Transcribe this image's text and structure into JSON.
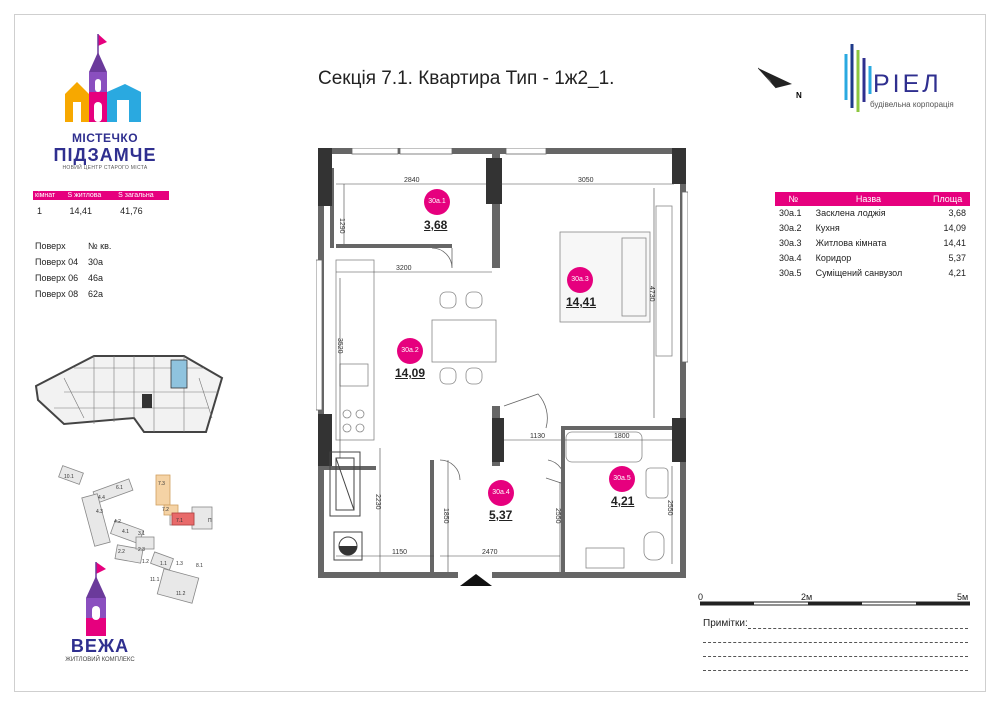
{
  "header": {
    "title": "Секція 7.1. Квартира Тип - 1ж2_1.",
    "north": "N"
  },
  "brand": {
    "line1": "МІСТЕЧКО",
    "line2": "ПІДЗАМЧЕ",
    "line3": "НОВИЙ ЦЕНТР СТАРОГО МІСТА"
  },
  "developer": {
    "name": "РІЕЛ",
    "subtitle": "будівельна корпорація"
  },
  "summary": {
    "headers": [
      "кімнат",
      "S житлова",
      "S загальна"
    ],
    "values": [
      "1",
      "14,41",
      "41,76"
    ]
  },
  "floors": {
    "headers": [
      "Поверх",
      "№ кв."
    ],
    "rows": [
      [
        "Поверх 04",
        "30а"
      ],
      [
        "Поверх 06",
        "46а"
      ],
      [
        "Поверх 08",
        "62а"
      ]
    ]
  },
  "rooms": {
    "headers": [
      "№",
      "Назва",
      "Площа"
    ],
    "rows": [
      [
        "30а.1",
        "Засклена лоджія",
        "3,68"
      ],
      [
        "30а.2",
        "Кухня",
        "14,09"
      ],
      [
        "30а.3",
        "Житлова кімната",
        "14,41"
      ],
      [
        "30а.4",
        "Коридор",
        "5,37"
      ],
      [
        "30а.5",
        "Суміщений санвузол",
        "4,21"
      ]
    ]
  },
  "plan": {
    "badges": [
      "30а.1",
      "30а.2",
      "30а.3",
      "30а.4",
      "30а.5"
    ],
    "areas": [
      "3,68",
      "14,09",
      "14,41",
      "5,37",
      "4,21"
    ],
    "dims": [
      "2840",
      "3050",
      "1290",
      "3200",
      "3520",
      "4730",
      "1130",
      "1800",
      "2230",
      "1850",
      "2550",
      "2550",
      "1150",
      "2470"
    ]
  },
  "site_labels": [
    "10.1",
    "6.1",
    "4.4",
    "4.3",
    "4.2",
    "4.1",
    "3.1",
    "2.2",
    "2.3",
    "1.2",
    "1.1",
    "1.3",
    "8.1",
    "11.1",
    "11.2",
    "7.3",
    "7.2",
    "7.1",
    "П"
  ],
  "veza": {
    "line1": "ВЕЖА",
    "line2": "ЖИТЛОВИЙ КОМПЛЕКС"
  },
  "scale": {
    "labels": [
      "0",
      "2м",
      "5м"
    ]
  },
  "notes": {
    "label": "Примітки:"
  },
  "colors": {
    "magenta": "#e6007e",
    "brand_blue": "#2f2f8f",
    "wall": "#666666",
    "highlight_apartment": "#8fc3de",
    "highlight_section": "#e86a6a"
  }
}
